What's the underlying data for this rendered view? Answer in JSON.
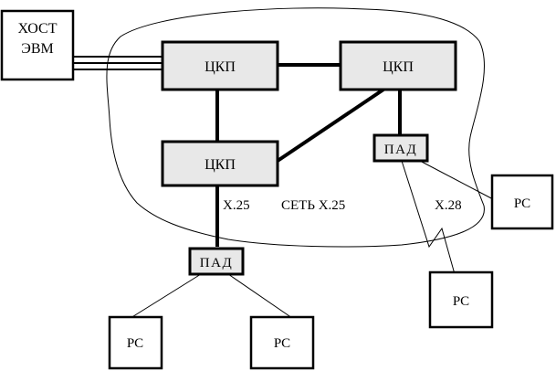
{
  "nodes": {
    "host": {
      "line1": "ХОСТ",
      "line2": "ЭВМ"
    },
    "ckp_1": {
      "label": "ЦКП"
    },
    "ckp_2": {
      "label": "ЦКП"
    },
    "ckp_3": {
      "label": "ЦКП"
    },
    "pad_1": {
      "label": "ПАД"
    },
    "pad_2": {
      "label": "ПАД"
    },
    "rs_1": {
      "label": "PC"
    },
    "rs_2": {
      "label": "PC"
    },
    "rs_3": {
      "label": "PC"
    },
    "rs_4": {
      "label": "PC"
    }
  },
  "labels": {
    "x25": "X.25",
    "network": "СЕТЬ X.25",
    "x28": "X.28"
  },
  "colors": {
    "node_fill": "#e8e8e8",
    "stroke": "#000000",
    "background": "#ffffff"
  }
}
